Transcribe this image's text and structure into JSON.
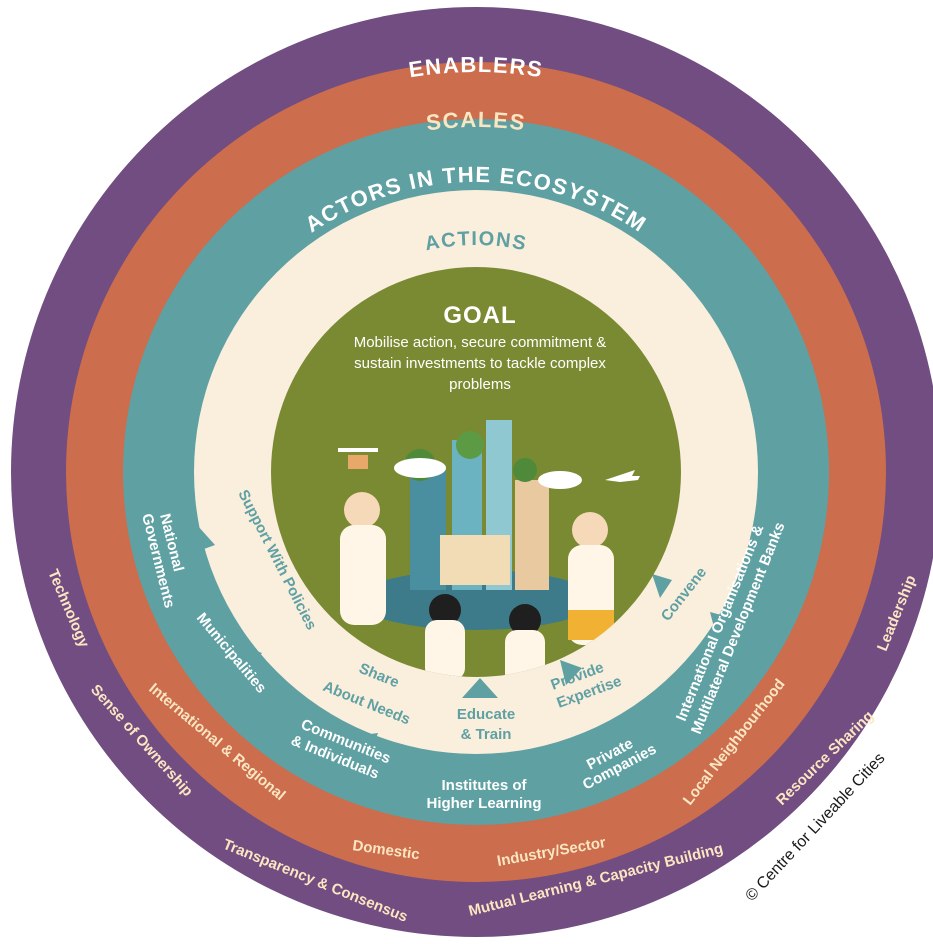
{
  "colors": {
    "enablers": "#714d81",
    "scales": "#cc6d4d",
    "actors": "#5fa0a3",
    "actions": "#faeedd",
    "goal": "#7a8a32"
  },
  "rings": {
    "enablers": "ENABLERS",
    "scales": "SCALES",
    "actors": "ACTORS IN THE ECOSYSTEM",
    "actions": "ACTIONS"
  },
  "goal": {
    "title": "GOAL",
    "description": "Mobilise action, secure commitment & sustain investments to tackle complex problems"
  },
  "enablers": [
    "Technology",
    "Sense of Ownership",
    "Transparency & Consensus",
    "Mutual Learning & Capacity Building",
    "Resource Sharing",
    "Leadership"
  ],
  "scales": [
    "International & Regional",
    "Domestic",
    "Industry/Sector",
    "Local Neighbourhood"
  ],
  "actors": [
    "National",
    "Governments",
    "Municipalities",
    "Communities",
    "& Individuals",
    "Institutes of",
    "Higher Learning",
    "Private",
    "Companies",
    "International Organisations &",
    "Multilateral Development Banks"
  ],
  "actions": [
    "Support With Policies",
    "Share",
    "About Needs",
    "Educate",
    "& Train",
    "Provide",
    "Expertise",
    "Convene"
  ],
  "credit": "© Centre for Liveable Cities"
}
